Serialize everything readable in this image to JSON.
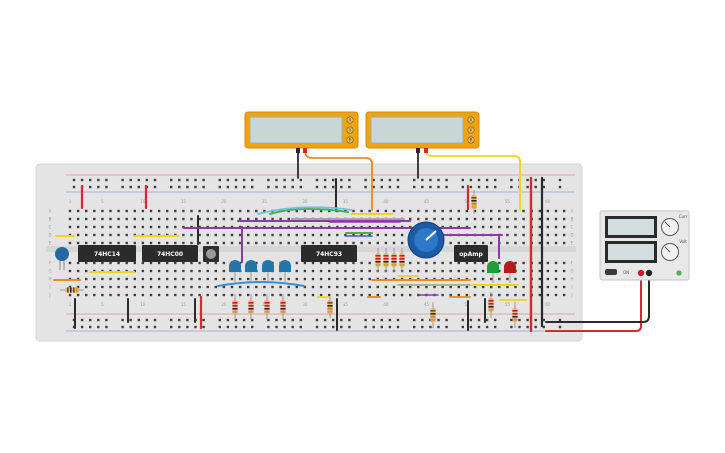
{
  "chips": [
    {
      "label": "74HC14"
    },
    {
      "label": "74HC00"
    },
    {
      "label": "74HC93"
    },
    {
      "label": "opAmp"
    }
  ],
  "multimeters": [
    {
      "buttons": [
        "A",
        "V",
        "R"
      ]
    },
    {
      "buttons": [
        "A",
        "V",
        "R"
      ]
    }
  ],
  "breadboard": {
    "column_numbers": [
      "1",
      "5",
      "10",
      "15",
      "20",
      "25",
      "30",
      "35",
      "40",
      "45",
      "50",
      "55",
      "60"
    ],
    "row_letters_top": [
      "A",
      "B",
      "C",
      "D",
      "E"
    ],
    "row_letters_bottom": [
      "F",
      "G",
      "H",
      "I",
      "J"
    ]
  },
  "power_supply": {
    "knob_labels": [
      "Curr",
      "Volt"
    ],
    "button_label": "ON"
  },
  "colors": {
    "board": "#e4e4e4",
    "multimeter_frame": "#f0a30a",
    "multimeter_screen": "#c8d6d8",
    "chip": "#2b2b2b",
    "wire_red": "#d9282a",
    "wire_black": "#2a2a2a",
    "wire_yellow": "#f4d316",
    "wire_orange": "#ee8a16",
    "wire_purple": "#8b3aa8",
    "wire_green": "#43b549",
    "led_blue": "#2576a6",
    "led_green": "#1f9e38",
    "led_red": "#b51d1d",
    "pot": "#1c5aa4"
  }
}
